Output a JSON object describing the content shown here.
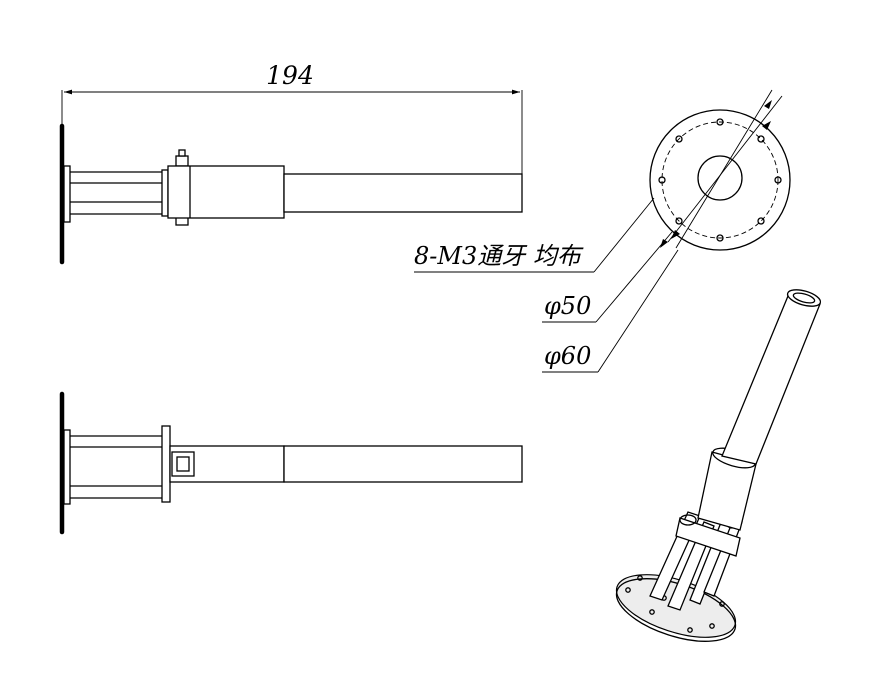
{
  "dimensions": {
    "overall_length": "194",
    "thread_note": "8-M3通牙 均布",
    "inner_diameter": "φ50",
    "outer_diameter": "φ60"
  },
  "colors": {
    "line": "#000000",
    "background": "#ffffff"
  }
}
